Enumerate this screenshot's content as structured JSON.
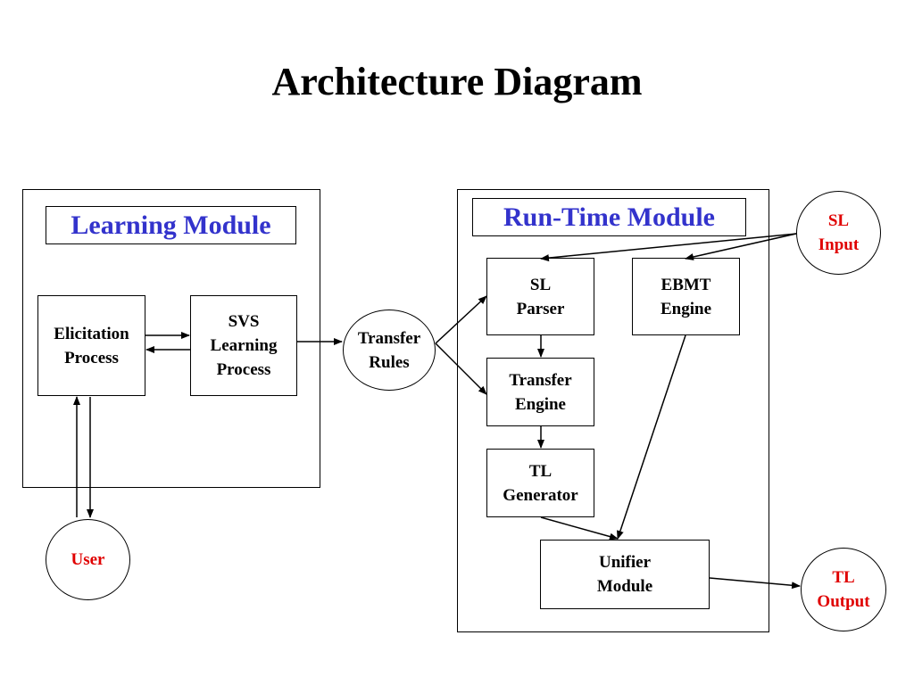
{
  "title": "Architecture Diagram",
  "learning_module": {
    "label": "Learning Module",
    "elicitation": "Elicitation\nProcess",
    "svs": "SVS\nLearning\nProcess"
  },
  "transfer_rules": "Transfer\nRules",
  "user": "User",
  "runtime_module": {
    "label": "Run-Time Module",
    "sl_parser": "SL\nParser",
    "ebmt_engine": "EBMT\nEngine",
    "transfer_engine": "Transfer\nEngine",
    "tl_generator": "TL\nGenerator",
    "unifier": "Unifier\nModule"
  },
  "sl_input": "SL\nInput",
  "tl_output": "TL\nOutput",
  "colors": {
    "module_label": "#3333cc",
    "io_text": "#e00000",
    "stroke": "#000000"
  }
}
